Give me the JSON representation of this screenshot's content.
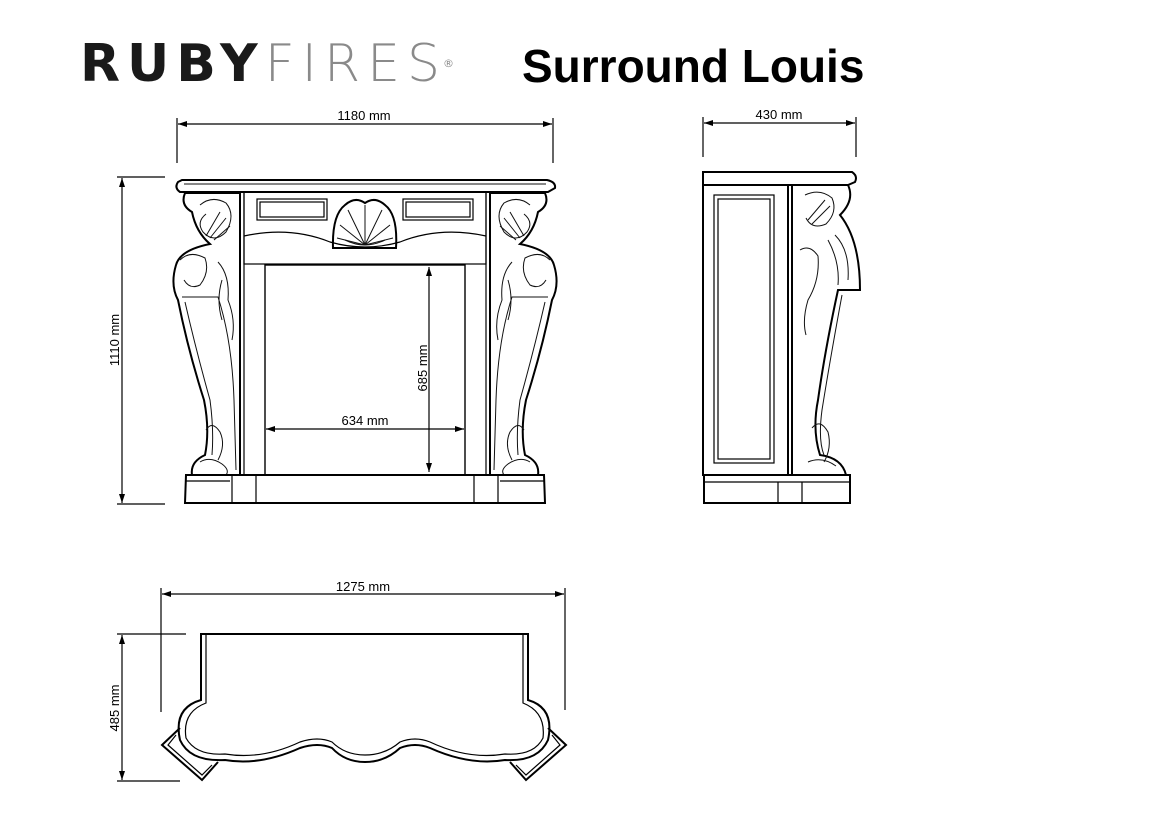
{
  "brand": {
    "logo_primary": "RUBY",
    "logo_secondary": "FIRES",
    "registered_mark": "®"
  },
  "product": {
    "title": "Surround Louis"
  },
  "front_view": {
    "overall_width": "1180 mm",
    "overall_height": "1110 mm",
    "opening_width": "634 mm",
    "opening_height": "685 mm"
  },
  "side_view": {
    "depth": "430 mm"
  },
  "plan_view": {
    "base_width": "1275 mm",
    "base_depth": "485 mm"
  },
  "colors": {
    "line": "#000000",
    "logo_dark": "#1a1a1a",
    "logo_light": "#8a8a8a",
    "background": "#ffffff"
  }
}
